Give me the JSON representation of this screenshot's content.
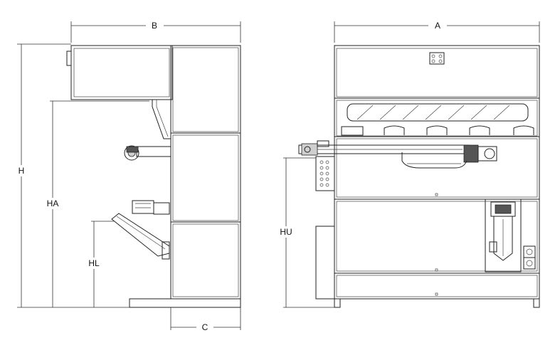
{
  "dimensions": {
    "A": "A",
    "B": "B",
    "C": "C",
    "H": "H",
    "HA": "HA",
    "HL": "HL",
    "HU": "HU"
  },
  "colors": {
    "line": "#222222",
    "background": "#ffffff"
  }
}
